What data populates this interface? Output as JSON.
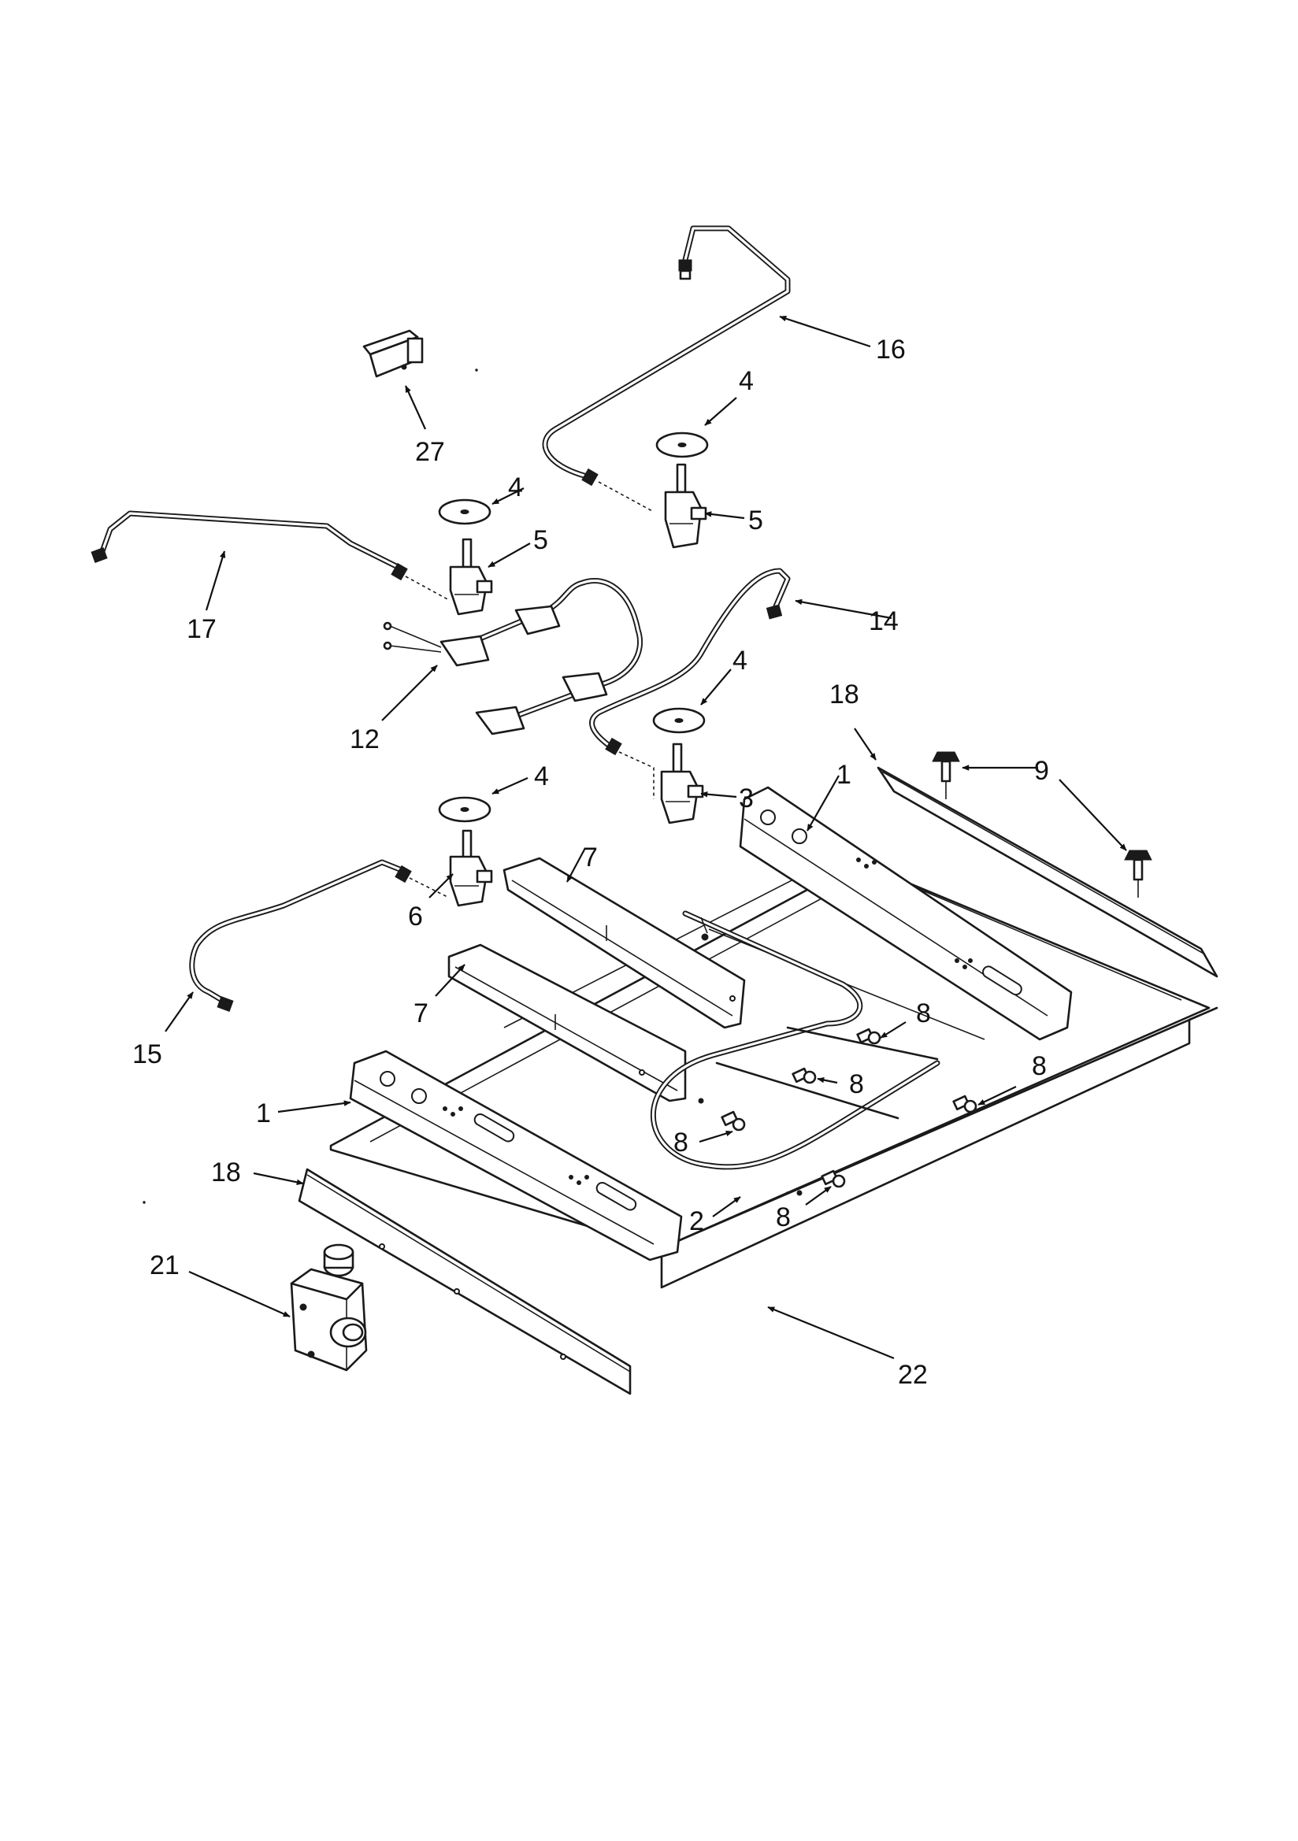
{
  "diagram": {
    "callouts": {
      "c16": "16",
      "c4_top_right": "4",
      "c27": "27",
      "c4_top_left": "4",
      "c5_left": "5",
      "c5_right": "5",
      "c17": "17",
      "c14": "14",
      "c4_mid_right": "4",
      "c12": "12",
      "c18_right": "18",
      "c9": "9",
      "c4_mid_left": "4",
      "c3": "3",
      "c1_right": "1",
      "c7_upper": "7",
      "c6": "6",
      "c7_lower": "7",
      "c15": "15",
      "c8_a": "8",
      "c8_b": "8",
      "c8_c": "8",
      "c1_left": "1",
      "c8_d": "8",
      "c18_left": "18",
      "c8_e": "8",
      "c2": "2",
      "c21": "21",
      "c22": "22"
    }
  }
}
